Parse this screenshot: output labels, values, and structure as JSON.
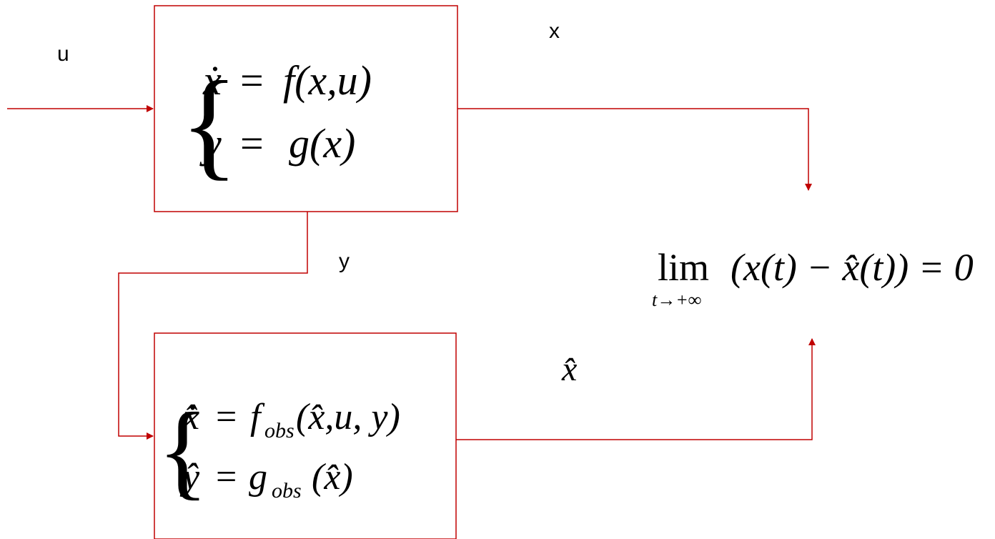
{
  "colors": {
    "wire": "#c00000",
    "text": "#000000",
    "background": "#ffffff"
  },
  "labels": {
    "input": "u",
    "state": "x",
    "output": "y"
  },
  "system_block": {
    "brace": "{",
    "eq1_lhs": "ẋ",
    "eq1_op": "=",
    "eq1_rhs": "f(x,u)",
    "eq2_lhs": "y",
    "eq2_op": "=",
    "eq2_rhs": "g(x)"
  },
  "observer_block": {
    "brace": "{",
    "eq1_lhs": "x̂̇",
    "eq1_op": "=",
    "eq1_f": "f",
    "eq1_sub": "obs",
    "eq1_args": "(x̂,u, y)",
    "eq2_lhs": "ŷ",
    "eq2_op": "=",
    "eq2_g": "g",
    "eq2_sub": "obs",
    "eq2_args": "(x̂)"
  },
  "estimate_label": "x̂",
  "convergence": {
    "lim": "lim",
    "sub": "t→+∞",
    "expr": "(x(t) − x̂(t)) = 0"
  }
}
